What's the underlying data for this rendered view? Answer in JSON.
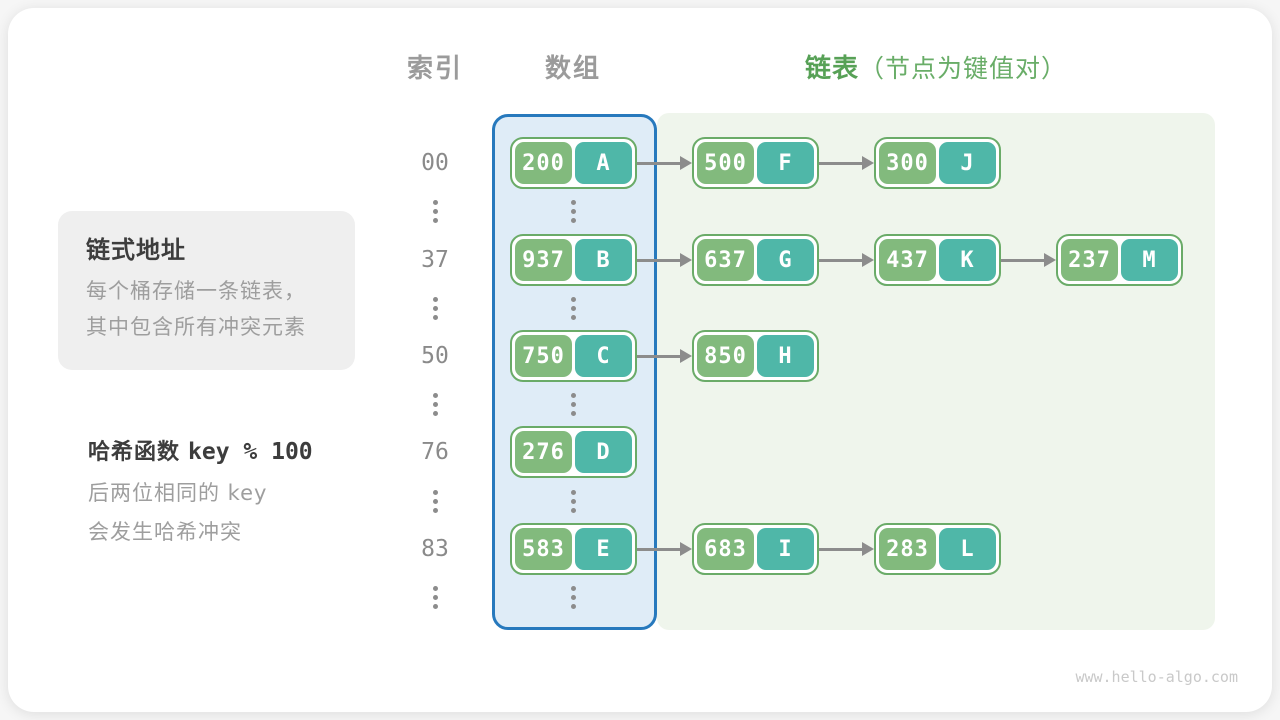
{
  "headers": {
    "index": "索引",
    "array": "数组",
    "list": "链表",
    "list_note": "（节点为键值对）"
  },
  "info_box": {
    "title": "链式地址",
    "lines": [
      "每个桶存储一条链表，",
      "其中包含所有冲突元素"
    ]
  },
  "hash_note": {
    "title_cn": "哈希函数",
    "title_code": "key % 100",
    "lines": [
      "后两位相同的 key",
      "会发生哈希冲突"
    ]
  },
  "rows": [
    {
      "index": "00",
      "chain": [
        {
          "key": "200",
          "value": "A"
        },
        {
          "key": "500",
          "value": "F"
        },
        {
          "key": "300",
          "value": "J"
        }
      ]
    },
    {
      "index": "37",
      "chain": [
        {
          "key": "937",
          "value": "B"
        },
        {
          "key": "637",
          "value": "G"
        },
        {
          "key": "437",
          "value": "K"
        },
        {
          "key": "237",
          "value": "M"
        }
      ]
    },
    {
      "index": "50",
      "chain": [
        {
          "key": "750",
          "value": "C"
        },
        {
          "key": "850",
          "value": "H"
        }
      ]
    },
    {
      "index": "76",
      "chain": [
        {
          "key": "276",
          "value": "D"
        }
      ]
    },
    {
      "index": "83",
      "chain": [
        {
          "key": "583",
          "value": "E"
        },
        {
          "key": "683",
          "value": "I"
        },
        {
          "key": "283",
          "value": "L"
        }
      ]
    }
  ],
  "watermark": "www.hello-algo.com",
  "colors": {
    "key_green": "#82ba7d",
    "value_teal": "#4fb7a8",
    "node_border": "#6aab68",
    "array_bg": "#dfecf7",
    "array_border": "#2779bd",
    "list_bg": "#eff5ec",
    "header_gray": "#9b9b9b",
    "header_green": "#57a156",
    "header_green_light": "#69ad68",
    "text_dark": "#3d3d3d",
    "text_gray": "#9e9e9e",
    "arrow_gray": "#8c8c8c",
    "infobox_bg": "#efefef",
    "watermark_gray": "#c9c9c9"
  }
}
